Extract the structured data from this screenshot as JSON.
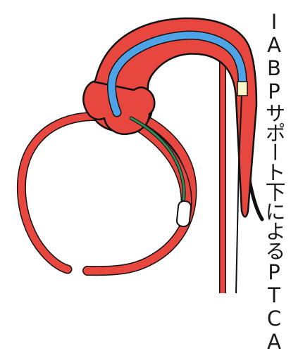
{
  "caption": "IABPサポート下によるPTCA",
  "colors": {
    "artery_fill": "#e8473f",
    "artery_outline": "#111111",
    "iabp_balloon_catheter": "#4da3e6",
    "ptca_guiding_catheter": "#2e8b57",
    "balloon_marker": "#ffffff",
    "iabp_tip_marker": "#fff7c8"
  },
  "icons": [
    "heart-aortic-root",
    "aortic-arch",
    "descending-aorta",
    "coronary-artery",
    "iabp-catheter",
    "ptca-catheter",
    "ptca-balloon"
  ]
}
